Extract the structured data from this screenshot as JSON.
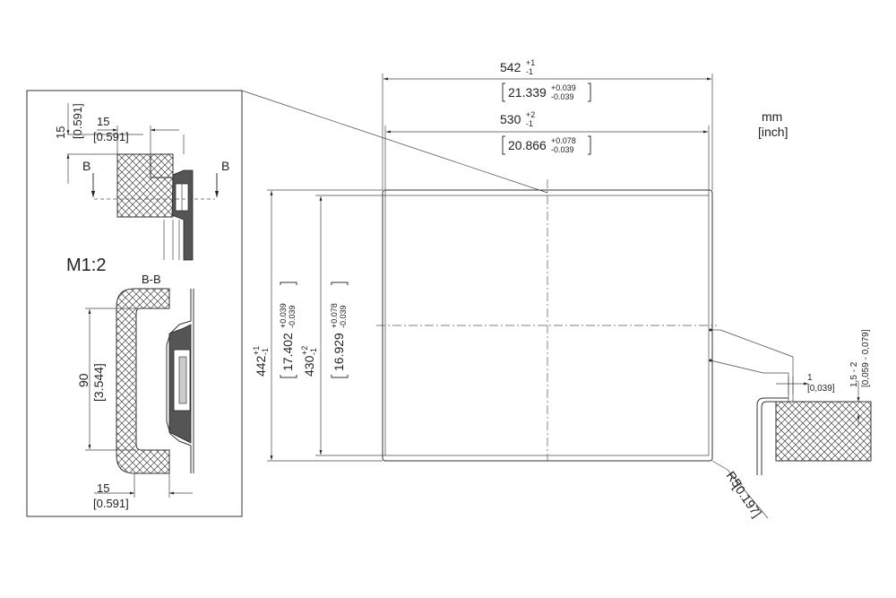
{
  "units": {
    "mm": "mm",
    "inch": "[inch]"
  },
  "scale_label": "M1:2",
  "section_label": "B-B",
  "section_marker": "B",
  "dims": {
    "outer_width": {
      "base": "542",
      "tol_up": "+1",
      "tol_dn": "-1"
    },
    "outer_width_in": {
      "base": "21.339",
      "tol_up": "+0.039",
      "tol_dn": "-0.039"
    },
    "inner_width": {
      "base": "530",
      "tol_up": "+2",
      "tol_dn": "-1"
    },
    "inner_width_in": {
      "base": "20.866",
      "tol_up": "+0.078",
      "tol_dn": "-0.039"
    },
    "outer_height": {
      "base": "442",
      "tol_up": "+1",
      "tol_dn": "-1"
    },
    "outer_height_in": {
      "base": "17.402",
      "tol_up": "+0.039",
      "tol_dn": "-0.039"
    },
    "inner_height": {
      "base": "430",
      "tol_up": "+2",
      "tol_dn": "-1"
    },
    "inner_height_in": {
      "base": "16.929",
      "tol_up": "+0.078",
      "tol_dn": "-0.039"
    },
    "radius": "R5",
    "radius_in": "[0.197]",
    "gap": "1",
    "gap_in": "[0,039]",
    "panel_thk": "1,5 - 2",
    "panel_thk_in": "[0,059 - 0,079]",
    "detail_top_v": "15",
    "detail_top_v_in": "[0.591]",
    "detail_top_h": "15",
    "detail_top_h_in": "[0.591]",
    "detail_height": "90",
    "detail_height_in": "[3.544]",
    "detail_bottom": "15",
    "detail_bottom_in": "[0.591]"
  }
}
